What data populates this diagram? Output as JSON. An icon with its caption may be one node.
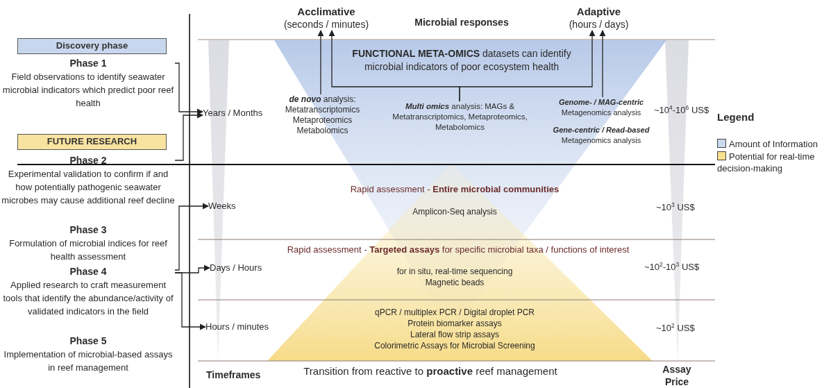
{
  "diagram": {
    "nodes": [
      {
        "text": [
          "Discovery phase"
        ]
      },
      {
        "text": [
          "Phase 1",
          "Field observations to identify seawater microbial indicators which predict poor reef health"
        ]
      },
      {
        "text": [
          "FUTURE RESEARCH"
        ]
      },
      {
        "text": [
          "Phase 2",
          "Experimental validation to confirm if and how potentially pathogenic seawater microbes may cause additional reef decline"
        ]
      },
      {
        "text": [
          "Phase 3",
          "Formulation of microbial indices for reef health assessment"
        ]
      },
      {
        "text": [
          "Phase 4",
          "Applied research to craft measurement tools that identify the abundance/activity of validated indicators in the field"
        ]
      },
      {
        "text": [
          "Phase 5",
          "Implementation of microbial-based assays in reef management"
        ]
      },
      {
        "text": [
          "Acclimative",
          "(seconds / minutes)"
        ]
      },
      {
        "text": [
          "Adaptive",
          "(hours / days)"
        ]
      },
      {
        "text": [
          "Years / Months"
        ]
      },
      {
        "text": [
          "**FUNCTIONAL META-OMICS** datasets can identify microbial indicators of poor ecosystem health"
        ]
      },
      {
        "text": [
          "**de novo** analysis: Metatranscriptomics Metaproteomics Metabolomics"
        ]
      },
      {
        "text": [
          "**Multi omics** analysis: MAGs & Metatranscriptomics, Metaproteomics, Metabolomics"
        ]
      },
      {
        "text": [
          "Genome- / MAG-centric",
          "Metagenomics analysis"
        ]
      },
      {
        "text": [
          "Gene-centric / Read-based",
          "Metagenomics analysis"
        ]
      },
      {
        "text": [
          "Weeks"
        ]
      },
      {
        "text": [
          "Days / Hours"
        ]
      },
      {
        "text": [
          "Hours / minutes"
        ]
      }
    ],
    "edges": [
      {
        "from": 1,
        "to": 9,
        "arrow": "to"
      },
      {
        "from": 3,
        "to": 9,
        "arrow": "to"
      },
      {
        "from": 5,
        "to": 15,
        "arrow": "to"
      },
      {
        "from": 5,
        "to": 16,
        "arrow": "to"
      },
      {
        "from": 5,
        "to": 17,
        "arrow": "to"
      },
      {
        "from": 11,
        "to": 7,
        "arrow": "to"
      },
      {
        "from": 12,
        "to": 7,
        "arrow": "to"
      },
      {
        "from": 12,
        "to": 8,
        "arrow": "to"
      },
      {
        "from": 13,
        "to": 8,
        "arrow": "to"
      }
    ],
    "labels": [
      "Microbial responses",
      "~10$^{4}$-10$^{6}$ US$",
      "Rapid assessment - **Entire microbial communities**",
      "Amplicon-Seq analysis",
      "~10$^{3}$ US$",
      "Rapid assessment - **Targeted assays** for specific microbial taxa / functions of interest",
      "for in situ, real-time sequencing",
      "Magnetic beads",
      "~10$^{2}$-10$^{3}$ US$",
      "qPCR / multiplex PCR / Digital droplet PCR",
      "Protein biomarker assays",
      "Lateral flow strip assays",
      "Colorimetric Assays for Microbial Screening",
      "~10$^{2}$ US$",
      "Timeframes",
      "Transition from reactive to **proactive** reef management",
      "Assay Price",
      "Legend"
    ],
    "legend": [
      {
        "text": "Amount of Information",
        "color": "#cbd8ee"
      },
      {
        "text": "Potential for real-time decision-making",
        "color": "#f7df8e"
      }
    ]
  }
}
